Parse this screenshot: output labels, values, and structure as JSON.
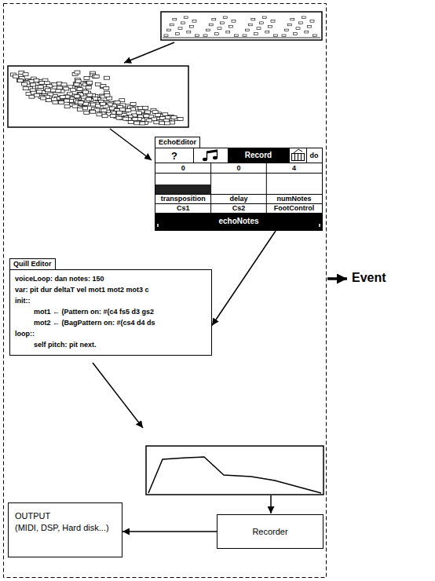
{
  "diagram": {
    "nodes": [
      {
        "text": [
          "EchoEditor",
          "?",
          "Record",
          "do",
          "0",
          "0",
          "4",
          "transposition",
          "delay",
          "numNotes",
          "Cs1",
          "Cs2",
          "FootControl",
          "echoNotes"
        ]
      },
      {
        "text": [
          "Quill Editor",
          "voiceLoop: dan notes: 150",
          "var: pit dur deltaT vel mot1 mot2 mot3 c",
          "init::",
          "mot1 ← (Pattern on: #(c4 fs5 d3 gs2",
          "mot2 ← (BagPattern on: #(cs4 d4 ds",
          "loop::",
          "self pitch: pit next."
        ]
      },
      {
        "text": [
          "OUTPUT",
          "(MIDI, DSP, Hard disk...)"
        ]
      },
      {
        "text": [
          "Recorder"
        ]
      }
    ],
    "edges": [
      {
        "from": 0,
        "to": 1,
        "arrow": "to"
      },
      {
        "from": 3,
        "to": 2,
        "arrow": "to"
      }
    ],
    "labels": [
      "Event"
    ]
  }
}
